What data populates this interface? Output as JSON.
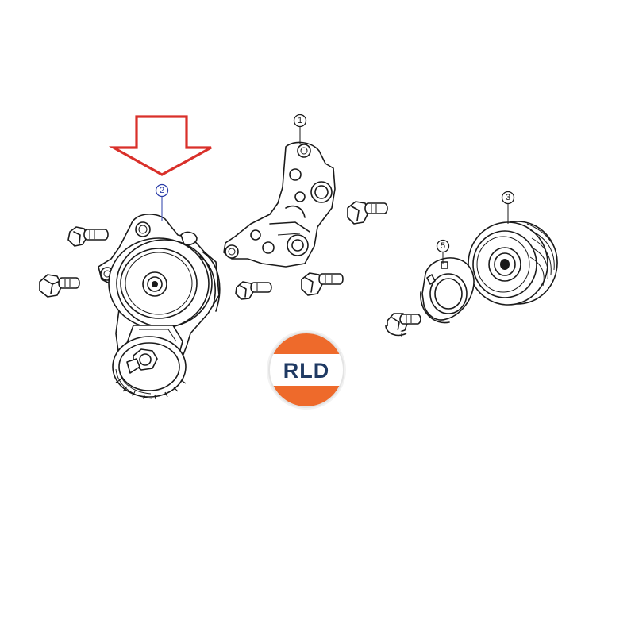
{
  "diagram": {
    "callouts": [
      {
        "id": "1",
        "label": "1",
        "part": "mounting-bracket"
      },
      {
        "id": "2",
        "label": "2",
        "part": "belt-tensioner"
      },
      {
        "id": "3",
        "label": "3",
        "part": "idler-pulley"
      },
      {
        "id": "5",
        "label": "5",
        "part": "pulley-dust-shield"
      }
    ],
    "highlighted_callout": "2"
  },
  "colors": {
    "arrow": "#d9302a",
    "line_art": "#1a1a1a",
    "callout_highlight": "#2a3ca8",
    "logo_orange": "#ee6a2b",
    "logo_navy": "#1f3a63"
  },
  "logo": {
    "text": "RLD"
  },
  "icons": {
    "highlight_arrow": "down-arrow-icon",
    "logo": "rld-logo"
  }
}
